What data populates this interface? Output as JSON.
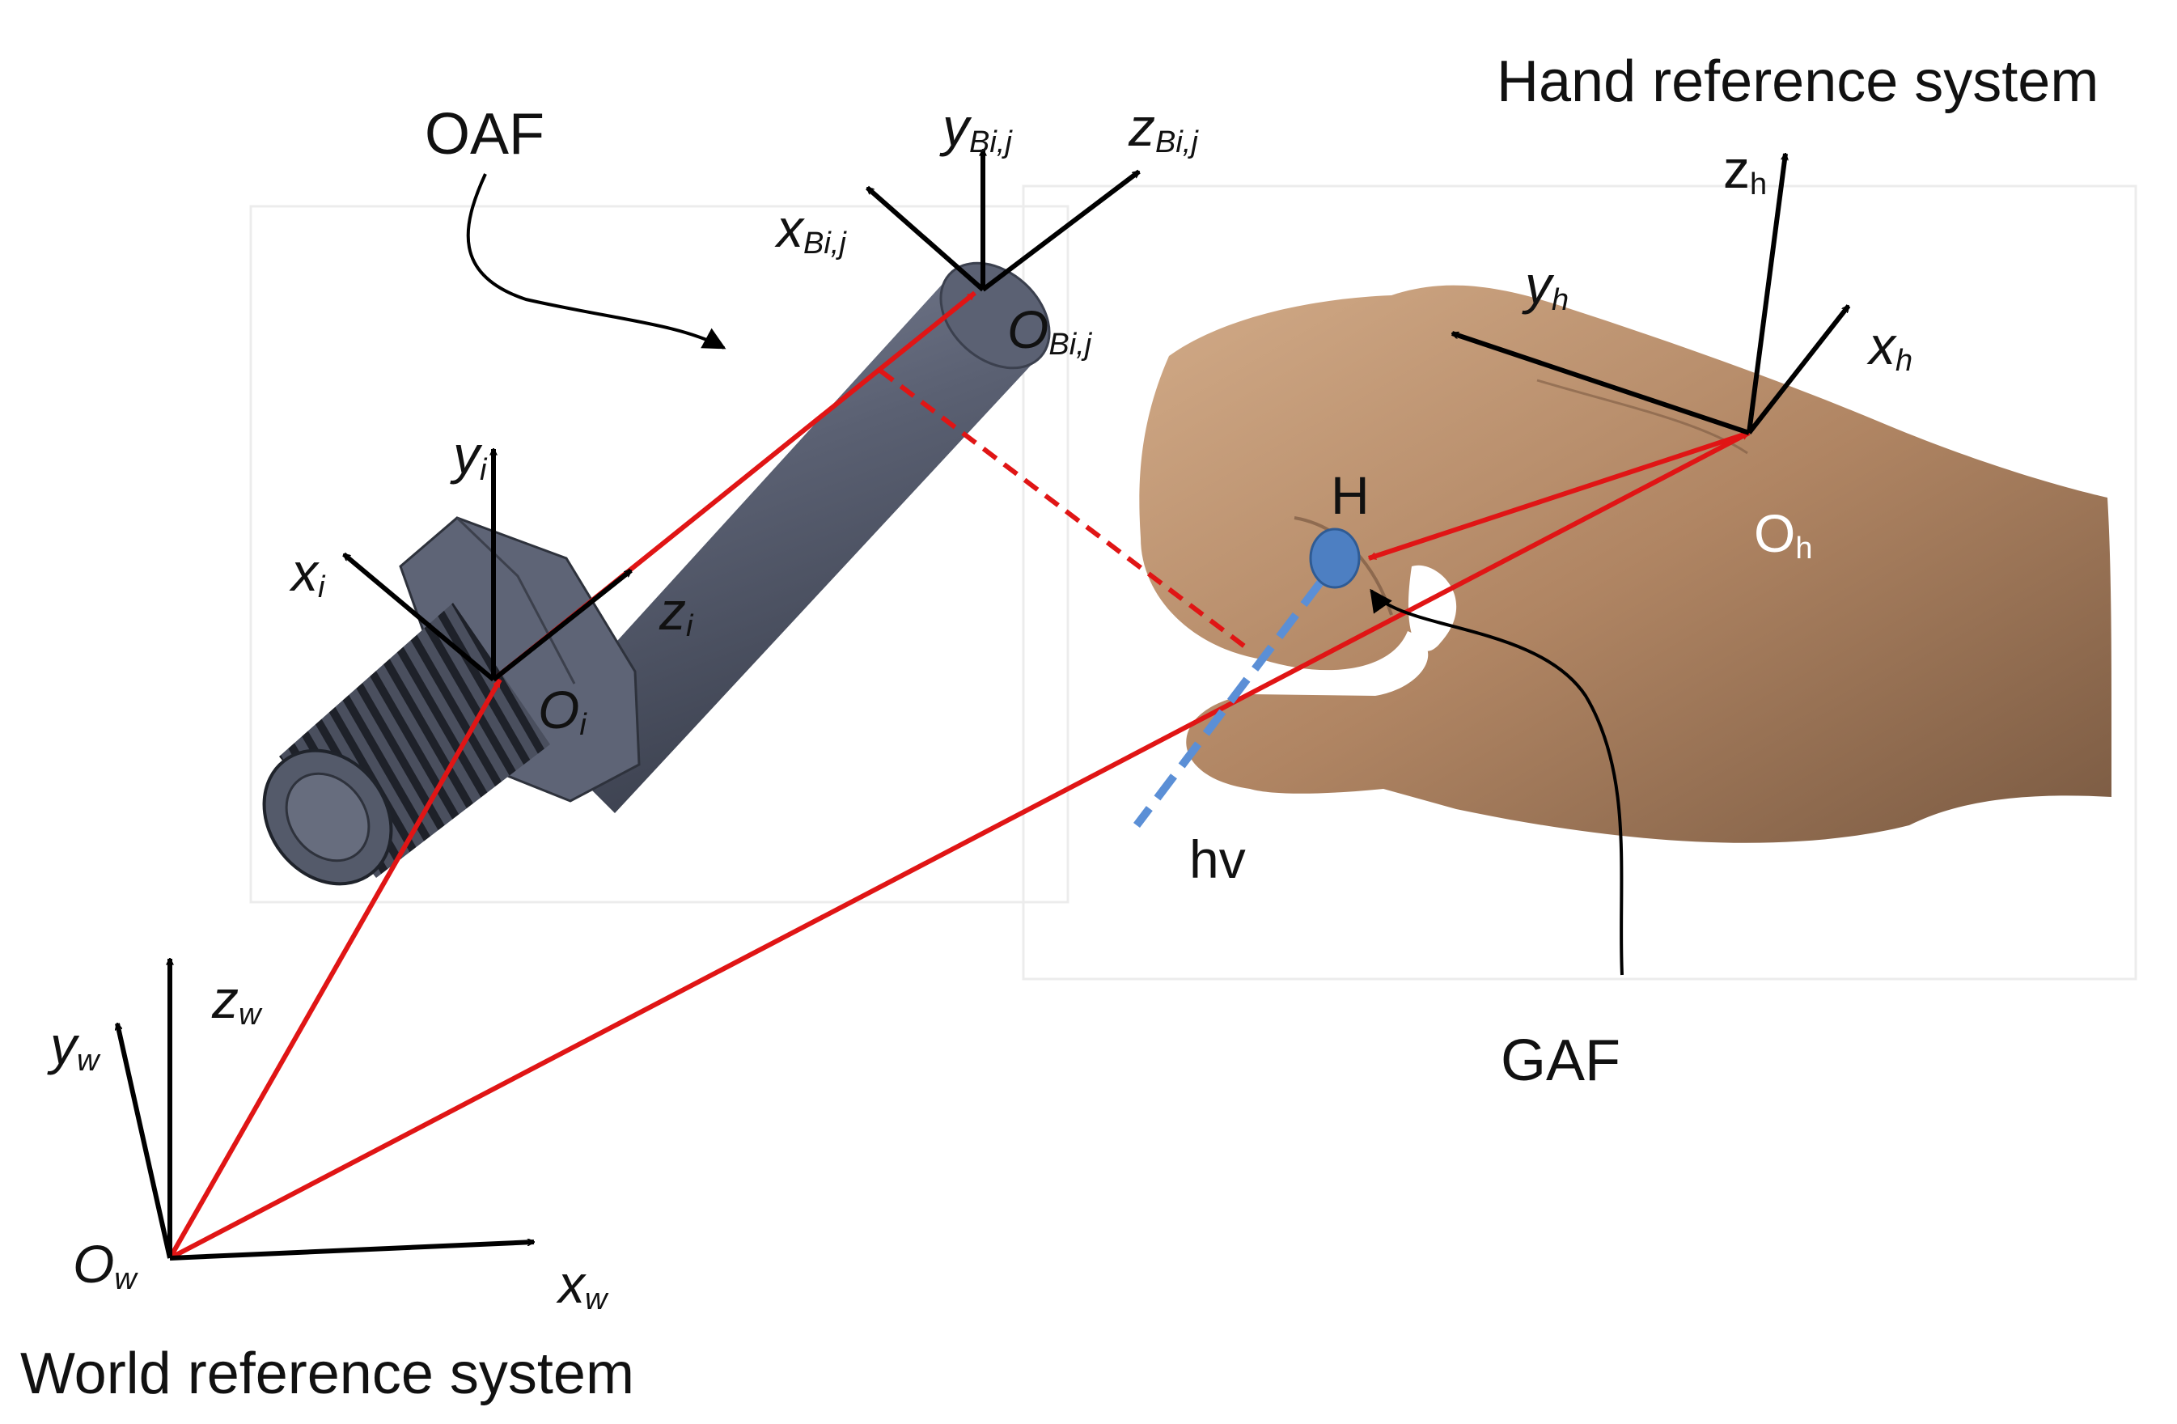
{
  "labels": {
    "world_title": "World reference system",
    "hand_title": "Hand reference system",
    "oaf": "OAF",
    "gaf": "GAF",
    "hv": "hv",
    "h_point": "H",
    "world_origin": {
      "base": "O",
      "sub": "w"
    },
    "world_x": {
      "base": "x",
      "sub": "w"
    },
    "world_y": {
      "base": "y",
      "sub": "w"
    },
    "world_z": {
      "base": "z",
      "sub": "w"
    },
    "obj_origin": {
      "base": "O",
      "sub": "i"
    },
    "obj_x": {
      "base": "x",
      "sub": "i"
    },
    "obj_y": {
      "base": "y",
      "sub": "i"
    },
    "obj_z": {
      "base": "z",
      "sub": "i"
    },
    "b_origin": {
      "base": "O",
      "sub": "Bi,j"
    },
    "b_x": {
      "base": "x",
      "sub": "Bi,j"
    },
    "b_y": {
      "base": "y",
      "sub": "Bi,j"
    },
    "b_z": {
      "base": "z",
      "sub": "Bi,j"
    },
    "hand_origin": {
      "base": "O",
      "sub": "h"
    },
    "hand_x": {
      "base": "x",
      "sub": "h"
    },
    "hand_y": {
      "base": "y",
      "sub": "h"
    },
    "hand_z": {
      "base": "z",
      "sub": "h"
    }
  },
  "colors": {
    "vector_red": "#e01515",
    "axis_black": "#000000",
    "bolt_gray": "#5d6375",
    "hand_skin": "#b98f6c",
    "point_blue": "#4d7fc2",
    "hv_blue": "#5b8fd6"
  }
}
